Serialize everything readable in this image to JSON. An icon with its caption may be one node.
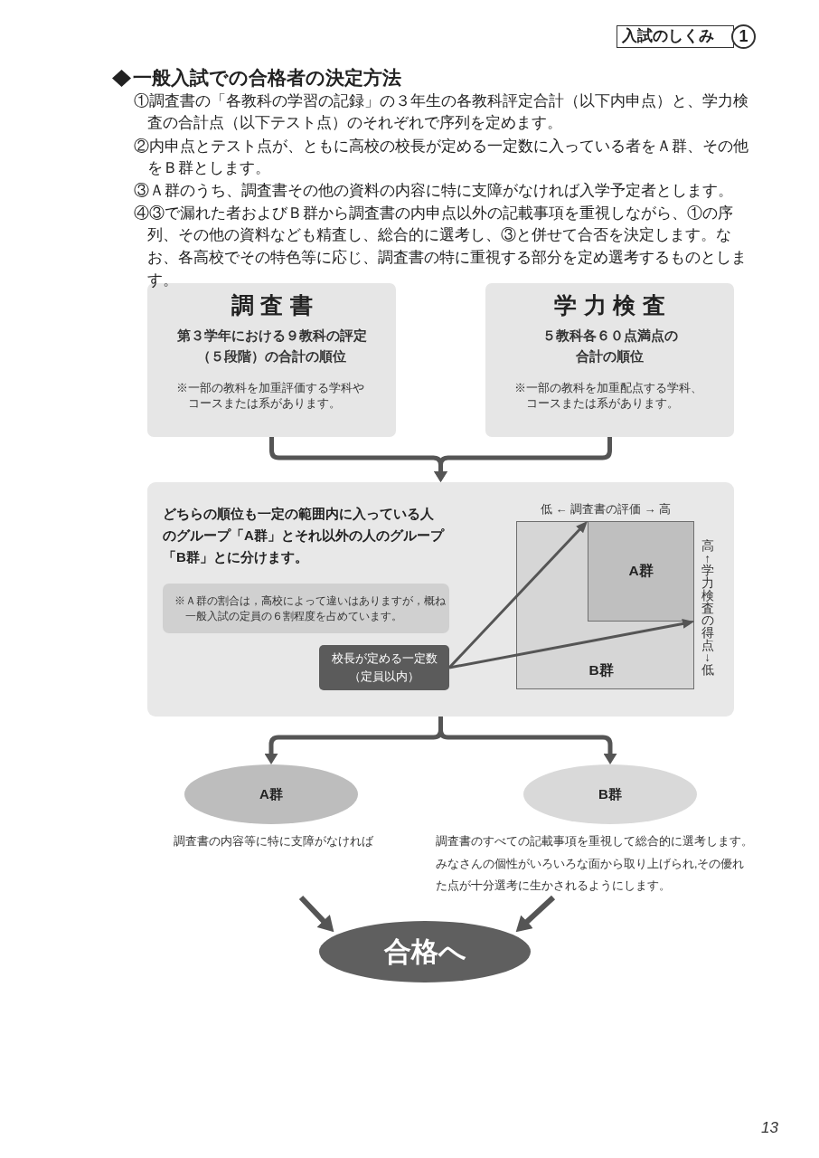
{
  "diagram": {
    "title": "一般入試での合格者の決定方法",
    "nodes": [
      {
        "text": [
          "調査書",
          "第３学年における９教科の評定（５段階）の合計の順位",
          "※一部の教科を加重評価する学科やコースまたは系があります。"
        ]
      },
      {
        "text": [
          "学力検査",
          "５教科各６０点満点の合計の順位",
          "※一部の教科を加重配点する学科、コースまたは系があります。"
        ]
      },
      {
        "text": [
          "どちらの順位も一定の範囲内に入っている人のグループ「A群」とそれ以外の人のグループ「B群」とに分けます。"
        ]
      },
      {
        "text": [
          "※Ａ群の割合は，高校によって違いはありますが，概ね一般入試の定員の６割程度を占めています。"
        ],
        "in": 2
      },
      {
        "text": [
          "校長が定める一定数（定員以内）"
        ],
        "in": 2
      },
      {
        "text": [
          "B群"
        ],
        "in": 2
      },
      {
        "text": [
          "A群"
        ],
        "in": 5
      },
      {
        "text": [
          "A群"
        ],
        "beside": [
          "調査書の内容等に特に支障がなければ"
        ]
      },
      {
        "text": [
          "B群"
        ],
        "beside": [
          "調査書のすべての記載事項を重視して総合的に選考します。みなさんの個性がいろいろな面から取り上げられ,その優れた点が十分選考に生かされるようにします。"
        ]
      },
      {
        "text": [
          "合格へ"
        ]
      }
    ],
    "edges": [
      {
        "from": 0,
        "to": 2,
        "arrow": "to"
      },
      {
        "from": 1,
        "to": 2,
        "arrow": "to"
      },
      {
        "from": 4,
        "to": 6,
        "arrow": "to"
      },
      {
        "from": 4,
        "to": 6,
        "arrow": "to"
      },
      {
        "from": 2,
        "to": 7,
        "arrow": "to"
      },
      {
        "from": 2,
        "to": 8,
        "arrow": "to"
      },
      {
        "from": 7,
        "to": 9,
        "arrow": "to"
      },
      {
        "from": 8,
        "to": 9,
        "arrow": "to"
      }
    ],
    "labels": [
      "入試のしくみ",
      "1",
      "①調査書の「各教科の学習の記録」の３年生の各教科評定合計（以下内申点）と、学力検査の合計点（以下テスト点）のそれぞれで序列を定めます。",
      "②内申点とテスト点が、ともに高校の校長が定める一定数に入っている者をＡ群、その他をＢ群とします。",
      "③Ａ群のうち、調査書その他の資料の内容に特に支障がなければ入学予定者とします。",
      "④③で漏れた者およびＢ群から調査書の内申点以外の記載事項を重視しながら、①の序列、その他の資料なども精査し、総合的に選考し、③と併せて合否を決定します。なお、各高校でその特色等に応じ、調査書の特に重視する部分を定め選考するものとします。",
      "低 ← 調査書の評価 → 高",
      "高↑学力検査の得点↓低",
      "13"
    ]
  }
}
